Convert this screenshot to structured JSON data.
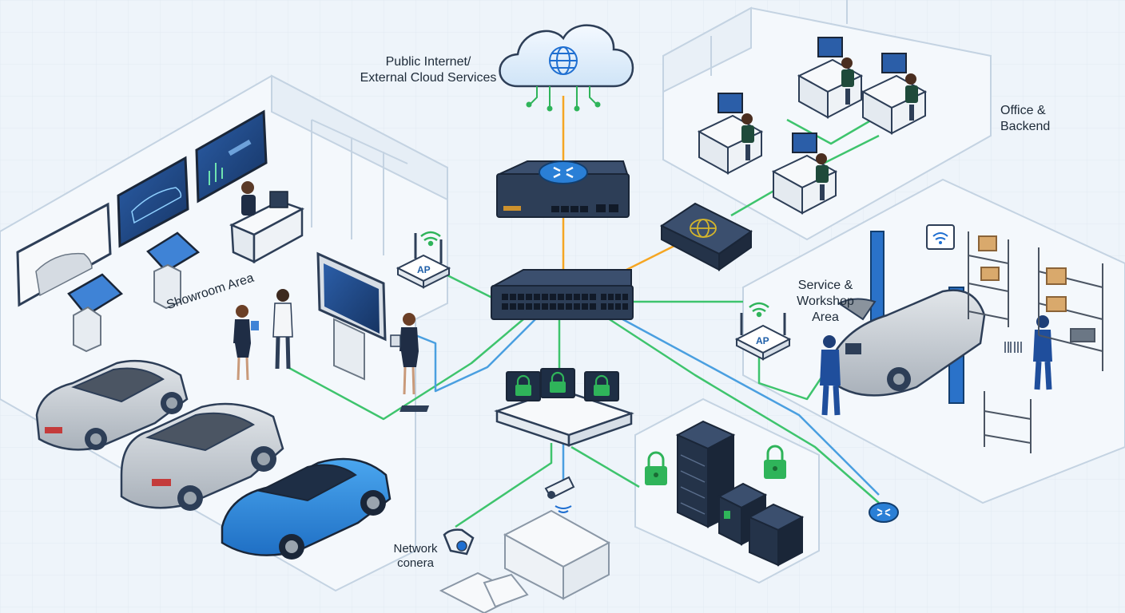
{
  "labels": {
    "cloud_line1": "Public Internet/",
    "cloud_line2": "External Cloud Services",
    "office_line1": "Office &",
    "office_line2": "Backend",
    "showroom": "Showroom Area",
    "service_line1": "Service &",
    "service_line2": "Workshop",
    "service_line3": "Area",
    "camera_line1": "Network",
    "camera_line2": "conera"
  },
  "access_points": {
    "showroom_ap": "AP",
    "service_ap": "AP"
  },
  "icons": {
    "cloud": "globe-cloud-icon",
    "router": "router-icon",
    "core_switch": "network-switch-icon",
    "firewall": "globe-firewall-icon",
    "wifi": "wifi-icon",
    "lock": "padlock-icon",
    "camera": "security-camera-icon"
  },
  "colors": {
    "background": "#eef4fa",
    "uplink": "#f5a623",
    "data_link": "#3ec46d",
    "poe_link": "#4a9fe0",
    "device_dark": "#2d3e57",
    "accent_blue": "#1f6fd1",
    "lock_green": "#2fb45a",
    "car_blue": "#2f86d8"
  }
}
